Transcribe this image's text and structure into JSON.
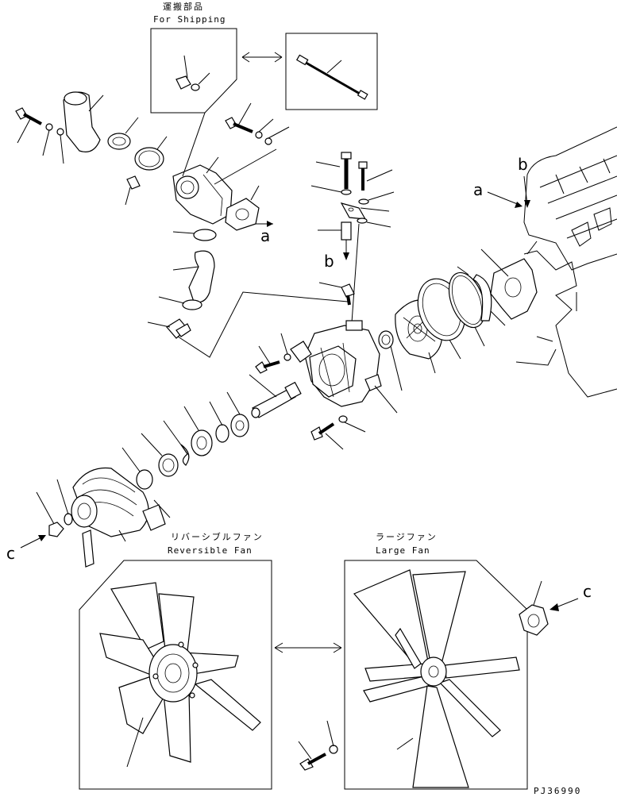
{
  "shipping_box": {
    "label_jp": "運搬部品",
    "label_en": "For Shipping"
  },
  "reversible_fan": {
    "label_jp": "リバーシブルファン",
    "label_en": "Reversible Fan"
  },
  "large_fan": {
    "label_jp": "ラージファン",
    "label_en": "Large Fan"
  },
  "callouts": {
    "a1": "a",
    "a2": "a",
    "b1": "b",
    "b2": "b",
    "c1": "c",
    "c2": "c"
  },
  "drawing_code": "PJ36990"
}
